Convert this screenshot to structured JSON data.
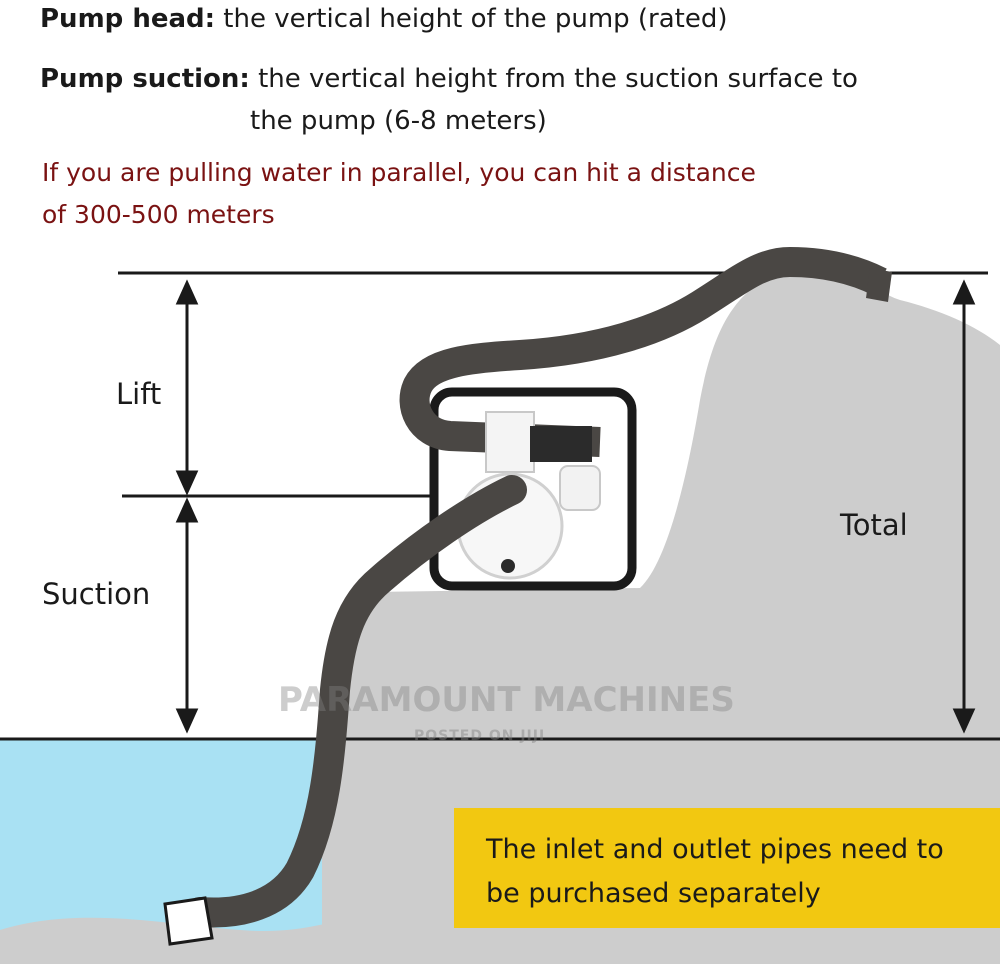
{
  "definitions": {
    "pump_head": {
      "term": "Pump head:",
      "text": "the vertical height of the pump (rated)"
    },
    "pump_suction": {
      "term": "Pump suction:",
      "text_line1": "the vertical height from the suction surface to",
      "text_line2": "the pump (6-8 meters)"
    }
  },
  "note": {
    "line1": "If you are pulling water in parallel, you can hit a distance",
    "line2": "of 300-500 meters"
  },
  "labels": {
    "lift": "Lift",
    "suction": "Suction",
    "total": "Total"
  },
  "callout": {
    "line1": "The inlet and outlet pipes need to",
    "line2": "be purchased separately"
  },
  "watermark": {
    "main": "PARAMOUNT MACHINES",
    "sub": "POSTED ON JIJI"
  },
  "colors": {
    "water": "#a9e1f3",
    "ground": "#cdcdcd",
    "pipe": "#4a4744",
    "callout": "#f2c811",
    "note_text": "#7a1212"
  }
}
